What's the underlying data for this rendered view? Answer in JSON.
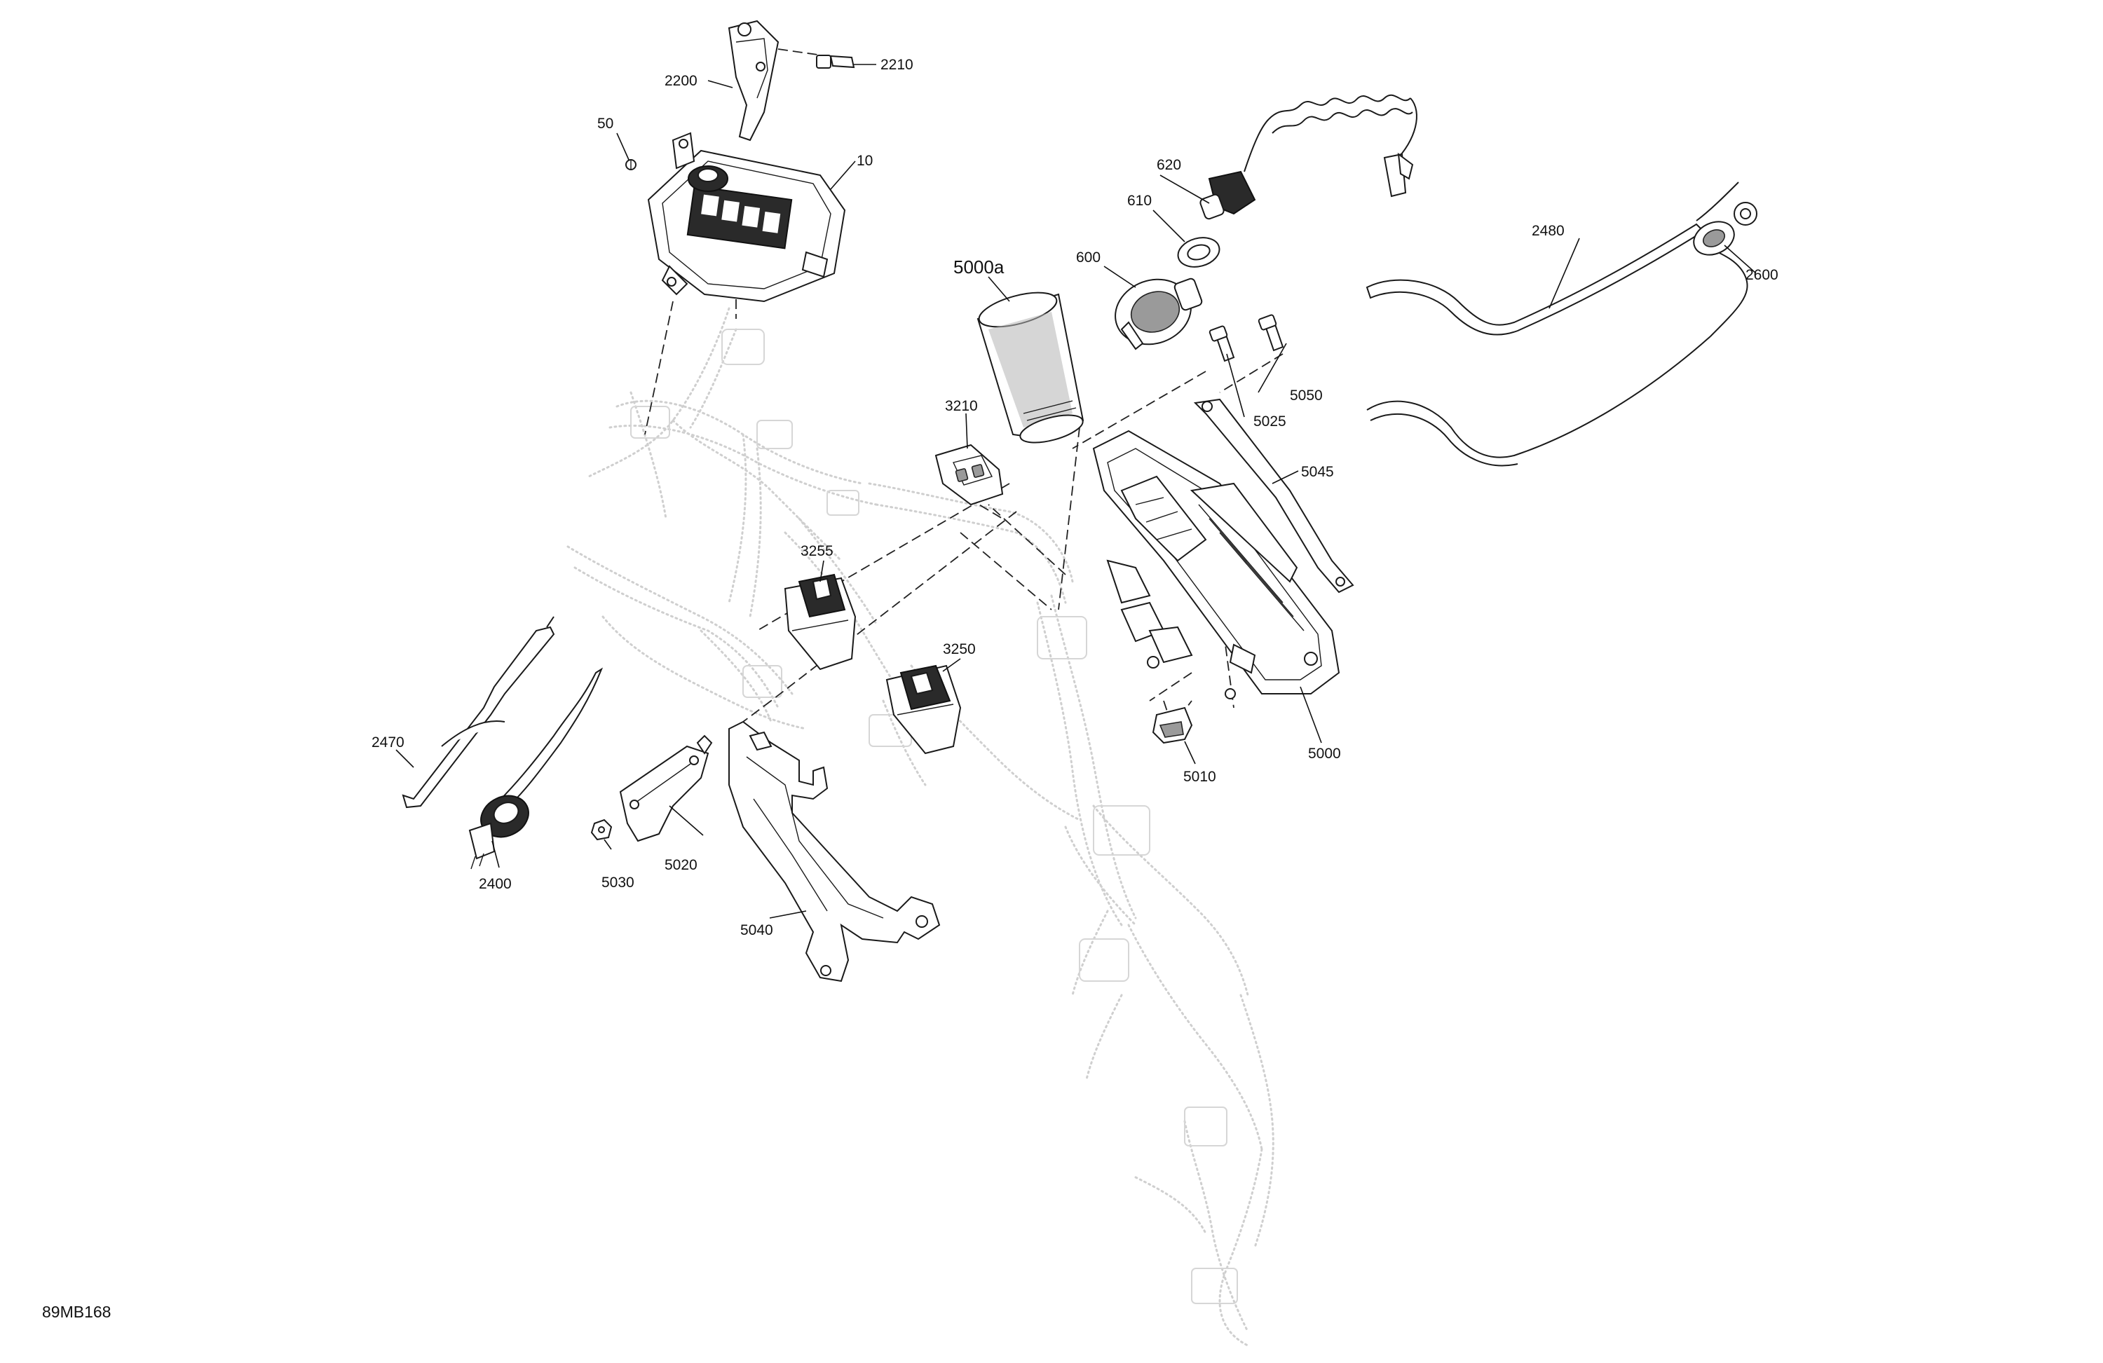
{
  "callouts": {
    "c10": "10",
    "c50": "50",
    "c600": "600",
    "c610": "610",
    "c620": "620",
    "c2200": "2200",
    "c2210": "2210",
    "c2400": "2400",
    "c2470": "2470",
    "c2480": "2480",
    "c2600": "2600",
    "c3210": "3210",
    "c3250": "3250",
    "c3255": "3255",
    "c5000": "5000",
    "c5000a": "5000a",
    "c5010": "5010",
    "c5020": "5020",
    "c5025": "5025",
    "c5030": "5030",
    "c5040": "5040",
    "c5045": "5045",
    "c5050": "5050"
  },
  "reference_code": "89MB168"
}
